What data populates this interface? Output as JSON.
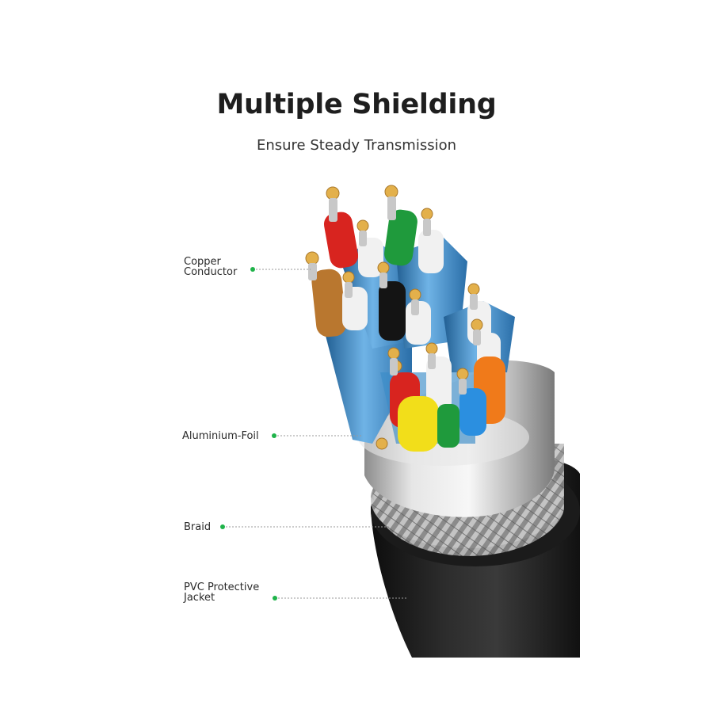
{
  "header": {
    "title": "Multiple Shielding",
    "subtitle": "Ensure Steady Transmission"
  },
  "callouts": [
    {
      "line1": "Copper",
      "line2": "Conductor"
    },
    {
      "line1": "Aluminium-Foil",
      "line2": ""
    },
    {
      "line1": "Braid",
      "line2": ""
    },
    {
      "line1": "PVC Protective",
      "line2": "Jacket"
    }
  ],
  "colors": {
    "accent_dot": "#1fb34a",
    "jacket": "#1c1c1c",
    "foil": "#c9c9c9",
    "pair_shield": "#3d8fc9",
    "wire_red": "#d8241f",
    "wire_green": "#1f9a3c",
    "wire_brown": "#b9772f",
    "wire_black": "#141414",
    "wire_yellow": "#f2de1a",
    "wire_orange": "#f07a1a",
    "wire_blue": "#2b8fe0",
    "wire_white": "#f1f1f1",
    "copper": "#e3b04b"
  }
}
